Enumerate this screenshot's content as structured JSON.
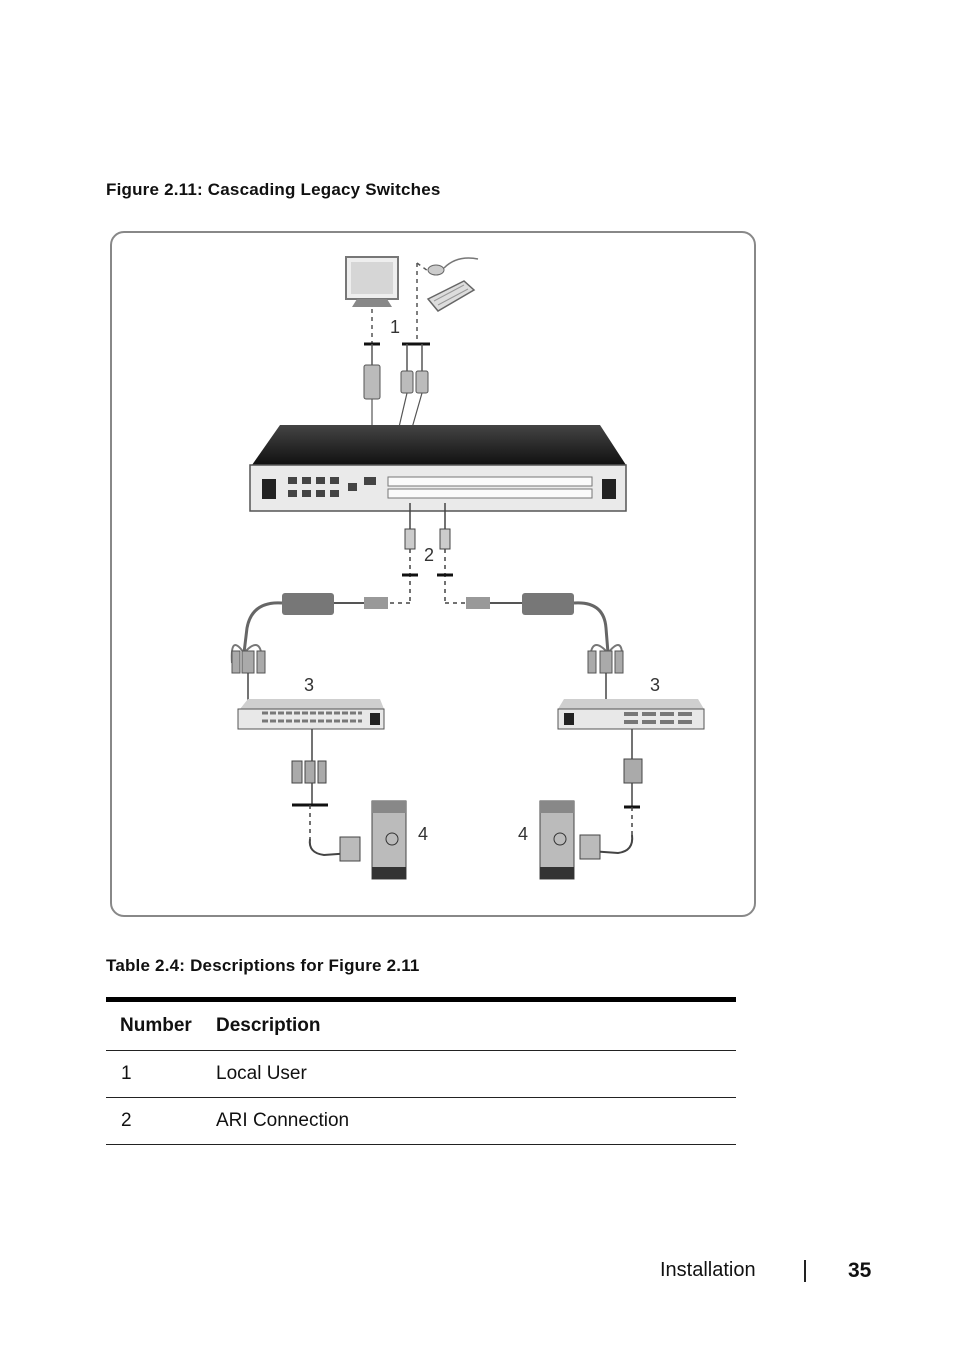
{
  "figure": {
    "caption": "Figure 2.11: Cascading Legacy Switches",
    "callouts": [
      "1",
      "2",
      "3",
      "3",
      "4",
      "4"
    ]
  },
  "table": {
    "caption": "Table 2.4: Descriptions for Figure 2.11",
    "headers": {
      "number": "Number",
      "description": "Description"
    },
    "rows": [
      {
        "number": "1",
        "description": "Local User"
      },
      {
        "number": "2",
        "description": "ARI Connection"
      }
    ]
  },
  "footer": {
    "section": "Installation",
    "page_number": "35"
  }
}
